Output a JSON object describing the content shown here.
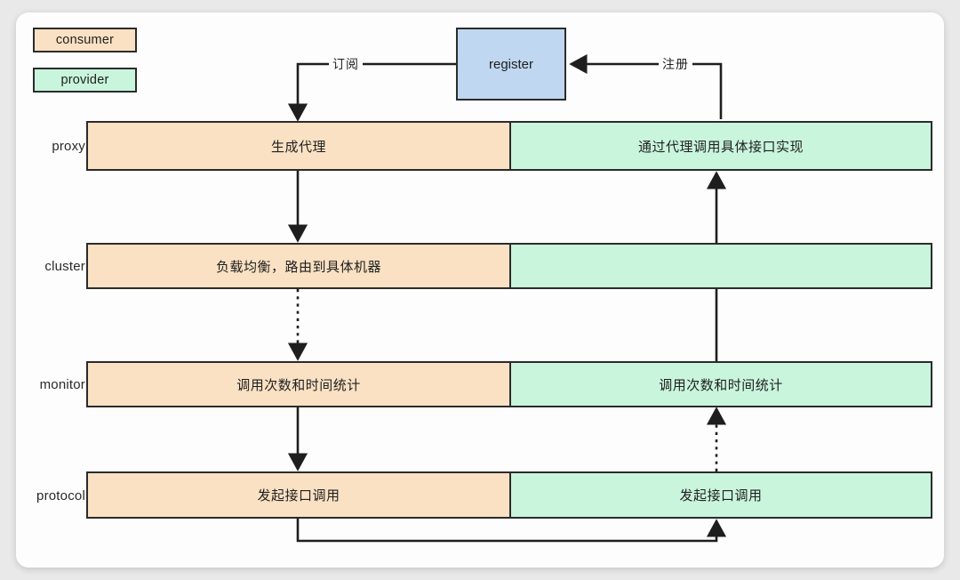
{
  "legend": {
    "consumer": {
      "label": "consumer",
      "color": "#fae1c3"
    },
    "provider": {
      "label": "provider",
      "color": "#c9f5dd"
    }
  },
  "registry": {
    "label": "register",
    "color": "#bfd7f0"
  },
  "edges": {
    "subscribe_label": "订阅",
    "register_label": "注册"
  },
  "layers": [
    {
      "name": "proxy",
      "consumer_text": "生成代理",
      "provider_text": "通过代理调用具体接口实现"
    },
    {
      "name": "cluster",
      "consumer_text": "负载均衡，路由到具体机器",
      "provider_text": ""
    },
    {
      "name": "monitor",
      "consumer_text": "调用次数和时间统计",
      "provider_text": "调用次数和时间统计"
    },
    {
      "name": "protocol",
      "consumer_text": "发起接口调用",
      "provider_text": "发起接口调用"
    }
  ],
  "colors": {
    "stroke": "#2b2b2b",
    "canvas": "#fdfdfd",
    "page": "#e9e9e9"
  }
}
